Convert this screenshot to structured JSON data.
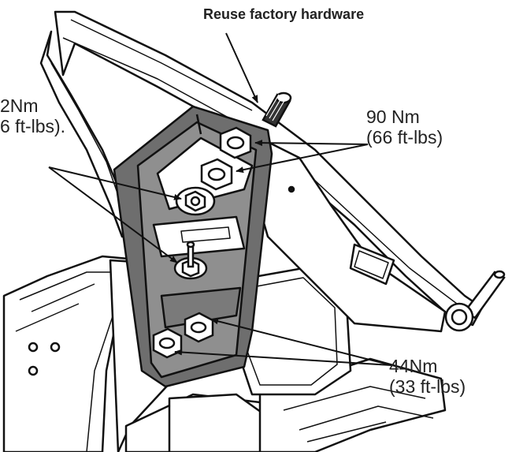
{
  "callouts": {
    "hardware": "Reuse factory hardware",
    "left_torque_nm": "2Nm",
    "left_torque_ftlbs": "6 ft-lbs).",
    "upper_right_nm": "90 Nm",
    "upper_right_ftlbs": "(66 ft-lbs)",
    "lower_right_nm": "44Nm",
    "lower_right_ftlbs": "(33 ft-lbs)"
  },
  "colors": {
    "line": "#111111",
    "bracket": "#8f8f8f",
    "bracket_dark": "#6e6e6e",
    "text": "#222222",
    "background": "#ffffff"
  }
}
